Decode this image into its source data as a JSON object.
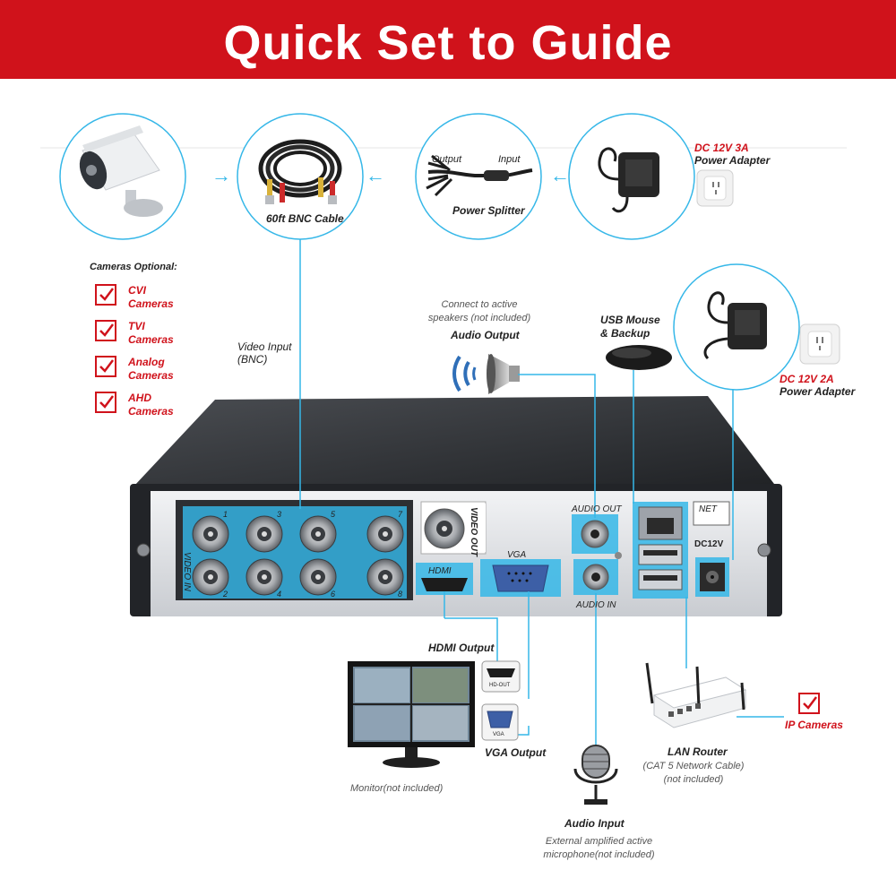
{
  "title": "Quick Set to Guide",
  "top_row": {
    "cable_label": "60ft BNC Cable",
    "splitter_output": "Output",
    "splitter_input": "Input",
    "splitter_label": "Power Splitter",
    "adapter1_spec": "DC 12V 3A",
    "adapter1_name": "Power Adapter"
  },
  "cameras": {
    "header": "Cameras Optional:",
    "items": [
      {
        "line1": "CVI",
        "line2": "Cameras"
      },
      {
        "line1": "TVI",
        "line2": "Cameras"
      },
      {
        "line1": "Analog",
        "line2": "Cameras"
      },
      {
        "line1": "AHD",
        "line2": "Cameras"
      }
    ]
  },
  "video_input": {
    "line1": "Video Input",
    "line2": "(BNC)"
  },
  "audio_output": {
    "note1": "Connect to active",
    "note2": "speakers (not included)",
    "label": "Audio Output"
  },
  "mouse": {
    "line1": "USB Mouse",
    "line2": "& Backup"
  },
  "adapter2": {
    "spec": "DC 12V 2A",
    "name": "Power Adapter"
  },
  "panel": {
    "video_in": "VIDEO IN",
    "video_out": "VIDEO OUT",
    "channels_top": [
      "1",
      "3",
      "5",
      "7"
    ],
    "channels_bottom": [
      "2",
      "4",
      "6",
      "8"
    ],
    "hdmi": "HDMI",
    "vga": "VGA",
    "audio_out": "AUDIO OUT",
    "audio_in": "AUDIO IN",
    "net": "NET",
    "dc": "DC12V"
  },
  "hdmi_output": "HDMI Output",
  "vga_output": "VGA Output",
  "port_hdout": "HD-OUT",
  "port_vga": "VGA",
  "monitor_note": "Monitor(not included)",
  "router": {
    "label": "LAN Router",
    "note1": "(CAT 5 Network Cable)",
    "note2": "(not included)"
  },
  "ip_cameras": "IP Cameras",
  "audio_input": {
    "label": "Audio Input",
    "note1": "External amplified active",
    "note2": "microphone(not included)"
  },
  "colors": {
    "banner": "#d0121b",
    "highlight": "#35b7e8",
    "checkbox": "#d0121b"
  }
}
